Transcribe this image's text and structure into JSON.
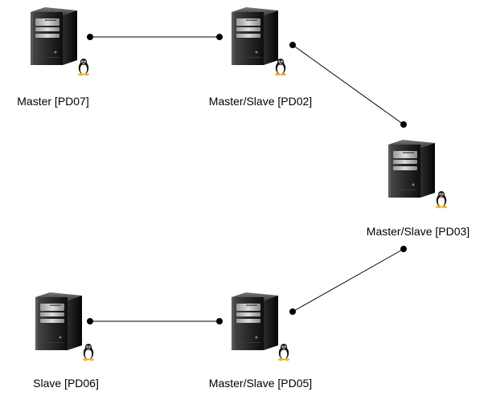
{
  "nodes": [
    {
      "id": "pd07",
      "label": "Master [PD07]",
      "icon": "server-icon",
      "os_icon": "linux-tux-icon"
    },
    {
      "id": "pd02",
      "label": "Master/Slave [PD02]",
      "icon": "server-icon",
      "os_icon": "linux-tux-icon"
    },
    {
      "id": "pd03",
      "label": "Master/Slave [PD03]",
      "icon": "server-icon",
      "os_icon": "linux-tux-icon"
    },
    {
      "id": "pd06",
      "label": "Slave [PD06]",
      "icon": "server-icon",
      "os_icon": "linux-tux-icon"
    },
    {
      "id": "pd05",
      "label": "Master/Slave [PD05]",
      "icon": "server-icon",
      "os_icon": "linux-tux-icon"
    }
  ],
  "edges": [
    {
      "from": "pd07",
      "to": "pd02"
    },
    {
      "from": "pd02",
      "to": "pd03"
    },
    {
      "from": "pd03",
      "to": "pd05"
    },
    {
      "from": "pd06",
      "to": "pd05"
    }
  ],
  "colors": {
    "line": "#000000",
    "server_body": "#1c1c1c",
    "server_highlight": "#6a6a6a",
    "tux_body": "#111111",
    "tux_belly": "#ffffff",
    "tux_feet": "#f2b51c"
  }
}
